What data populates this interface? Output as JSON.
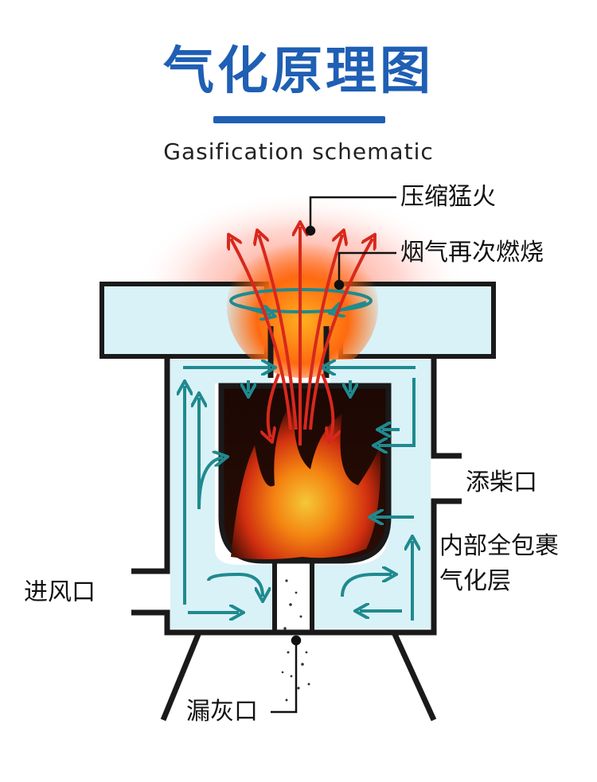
{
  "title": "气化原理图",
  "subtitle": "Gasification schematic",
  "labels": {
    "compressed_fire": "压缩猛火",
    "smoke_reburn": "烟气再次燃烧",
    "fuel_port": "添柴口",
    "inner_layer_line1": "内部全包裹",
    "inner_layer_line2": "气化层",
    "air_inlet": "进风口",
    "ash_outlet": "漏灰口"
  },
  "colors": {
    "title_blue": "#1f5fb4",
    "outline": "#1a1a1a",
    "chamber_fill": "#d9f2f7",
    "airflow_teal": "#1f8a8f",
    "flame_arrow_red": "#d8281c"
  }
}
